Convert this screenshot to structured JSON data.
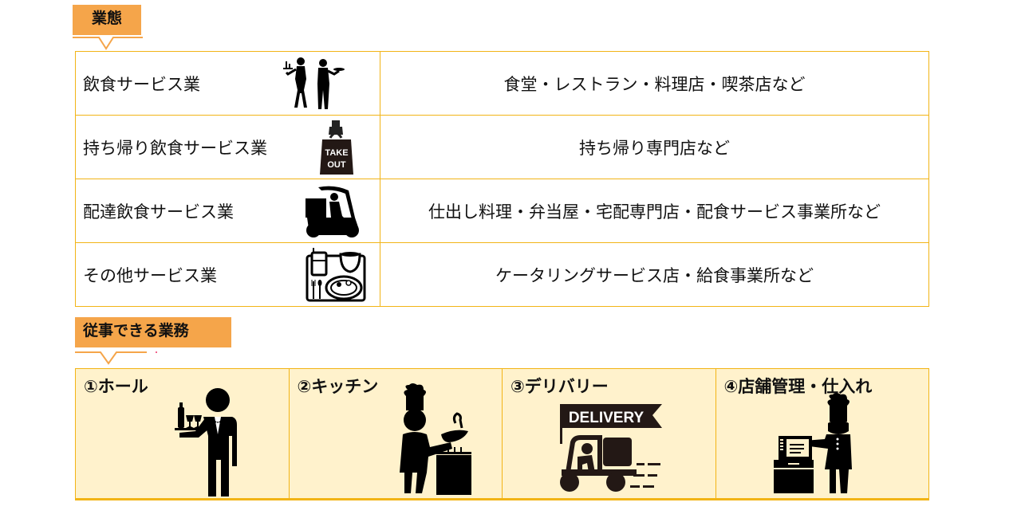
{
  "section_business": {
    "label": "業態",
    "rows": [
      {
        "category": "飲食サービス業",
        "icon": "waiters-icon",
        "examples": "食堂・レストラン・料理店・喫茶店など"
      },
      {
        "category": "持ち帰り飲食サービス業",
        "icon": "takeout-bag-icon",
        "icon_text_1": "TAKE",
        "icon_text_2": "OUT",
        "examples": "持ち帰り専門店など"
      },
      {
        "category": "配達飲食サービス業",
        "icon": "delivery-scooter-icon",
        "examples": "仕出し料理・弁当屋・宅配専門店・配食サービス事業所など"
      },
      {
        "category": "その他サービス業",
        "icon": "meal-tray-icon",
        "examples": "ケータリングサービス店・給食事業所など"
      }
    ]
  },
  "section_duties": {
    "label": "従事できる業務",
    "items": [
      {
        "title": "①ホール",
        "icon": "waiter-tray-icon"
      },
      {
        "title": "②キッチン",
        "icon": "chef-cooking-icon"
      },
      {
        "title": "③デリバリー",
        "icon": "delivery-truck-icon",
        "banner_text": "DELIVERY"
      },
      {
        "title": "④店舗管理・仕入れ",
        "icon": "chef-register-icon"
      }
    ]
  },
  "colors": {
    "label_bg": "#f5a54a",
    "border": "#f2b416",
    "duty_bg": "#fff2cc",
    "pointer": "#f5a54a"
  }
}
